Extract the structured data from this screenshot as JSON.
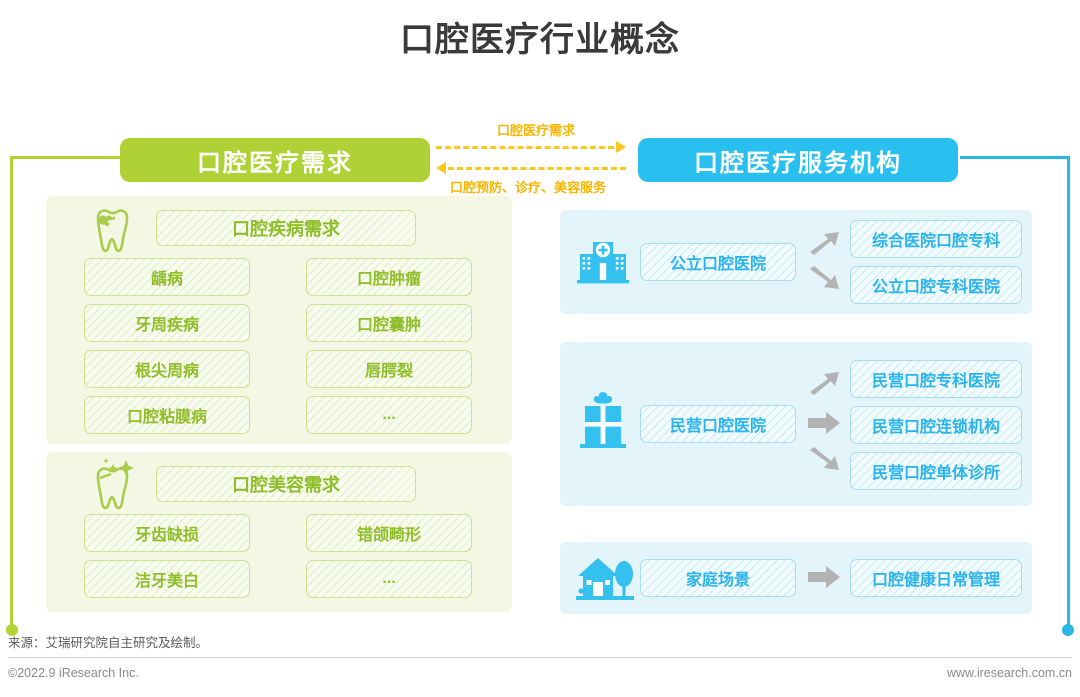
{
  "title": "口腔医疗行业概念",
  "colors": {
    "green": "#afd135",
    "blue": "#29c0f0",
    "yellow": "#fcc81e",
    "panel_green": "#f3f7e4",
    "panel_blue": "#e4f4fb",
    "arrow_grey": "#b3b3b3"
  },
  "left": {
    "header": "口腔医疗需求",
    "groups": [
      {
        "icon": "decayed-tooth-icon",
        "heading": "口腔疾病需求",
        "items_left": [
          "龋病",
          "牙周疾病",
          "根尖周病",
          "口腔粘膜病"
        ],
        "items_right": [
          "口腔肿瘤",
          "口腔囊肿",
          "唇腭裂",
          "..."
        ]
      },
      {
        "icon": "sparkle-tooth-icon",
        "heading": "口腔美容需求",
        "items_left": [
          "牙齿缺损",
          "洁牙美白"
        ],
        "items_right": [
          "错颌畸形",
          "..."
        ]
      }
    ]
  },
  "middle": {
    "top_label": "口腔医疗需求",
    "bottom_label": "口腔预防、诊疗、美容服务"
  },
  "right": {
    "header": "口腔医疗服务机构",
    "groups": [
      {
        "icon": "hospital-icon",
        "source": "公立口腔医院",
        "targets": [
          "综合医院口腔专科",
          "公立口腔专科医院"
        ]
      },
      {
        "icon": "private-clinic-icon",
        "source": "民营口腔医院",
        "targets": [
          "民营口腔专科医院",
          "民营口腔连锁机构",
          "民营口腔单体诊所"
        ]
      },
      {
        "icon": "home-icon",
        "source": "家庭场景",
        "targets": [
          "口腔健康日常管理"
        ]
      }
    ]
  },
  "footer": {
    "source": "来源：艾瑞研究院自主研究及绘制。",
    "copyright": "©2022.9 iResearch Inc.",
    "website": "www.iresearch.com.cn"
  }
}
